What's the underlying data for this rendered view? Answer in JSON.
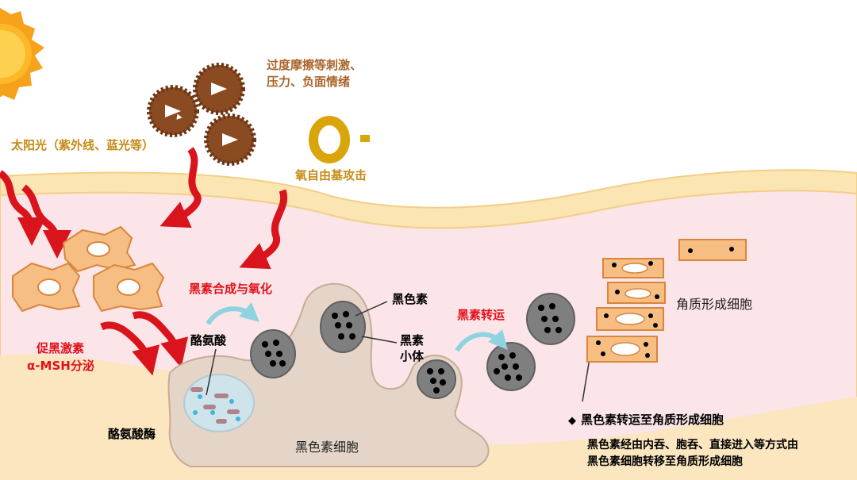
{
  "labels": {
    "sunlight": "太阳光（紫外线、蓝光等）",
    "friction_line1": "过度摩擦等刺激、",
    "friction_line2": "压力、负面情绪",
    "free_radical": "氧自由基攻击",
    "msh_line1": "促黑激素",
    "msh_line2": "α-MSH分泌",
    "synthesis": "黑素合成与氧化",
    "tyrosine": "酪氨酸",
    "tyrosinase": "酪氨酸酶",
    "melanin": "黑色素",
    "melanosome_line1": "黑素",
    "melanosome_line2": "小体",
    "transport": "黑素转运",
    "melanocyte": "黑色素细胞",
    "keratinocyte": "角质形成细胞",
    "note_title": "黑色素转运至角质形成细胞",
    "note_line1": "黑色素经由内吞、胞吞、直接进入等方式由",
    "note_line2": "黑色素细胞转移至角质形成细胞"
  },
  "colors": {
    "skin_top": "#fbe5b3",
    "dermis": "#fbe5e8",
    "deep_layer": "#fbe6c0",
    "arrow_red": "#d9141c",
    "cell_orange": "#f7be84",
    "melanocyte": "#e5d5c8",
    "melanosome": "#7f7f7f",
    "sun": "#f7a21b",
    "pollen": "#8a4b22",
    "radical": "#d9a50a",
    "cyan_arrow": "#8fd3e0"
  }
}
